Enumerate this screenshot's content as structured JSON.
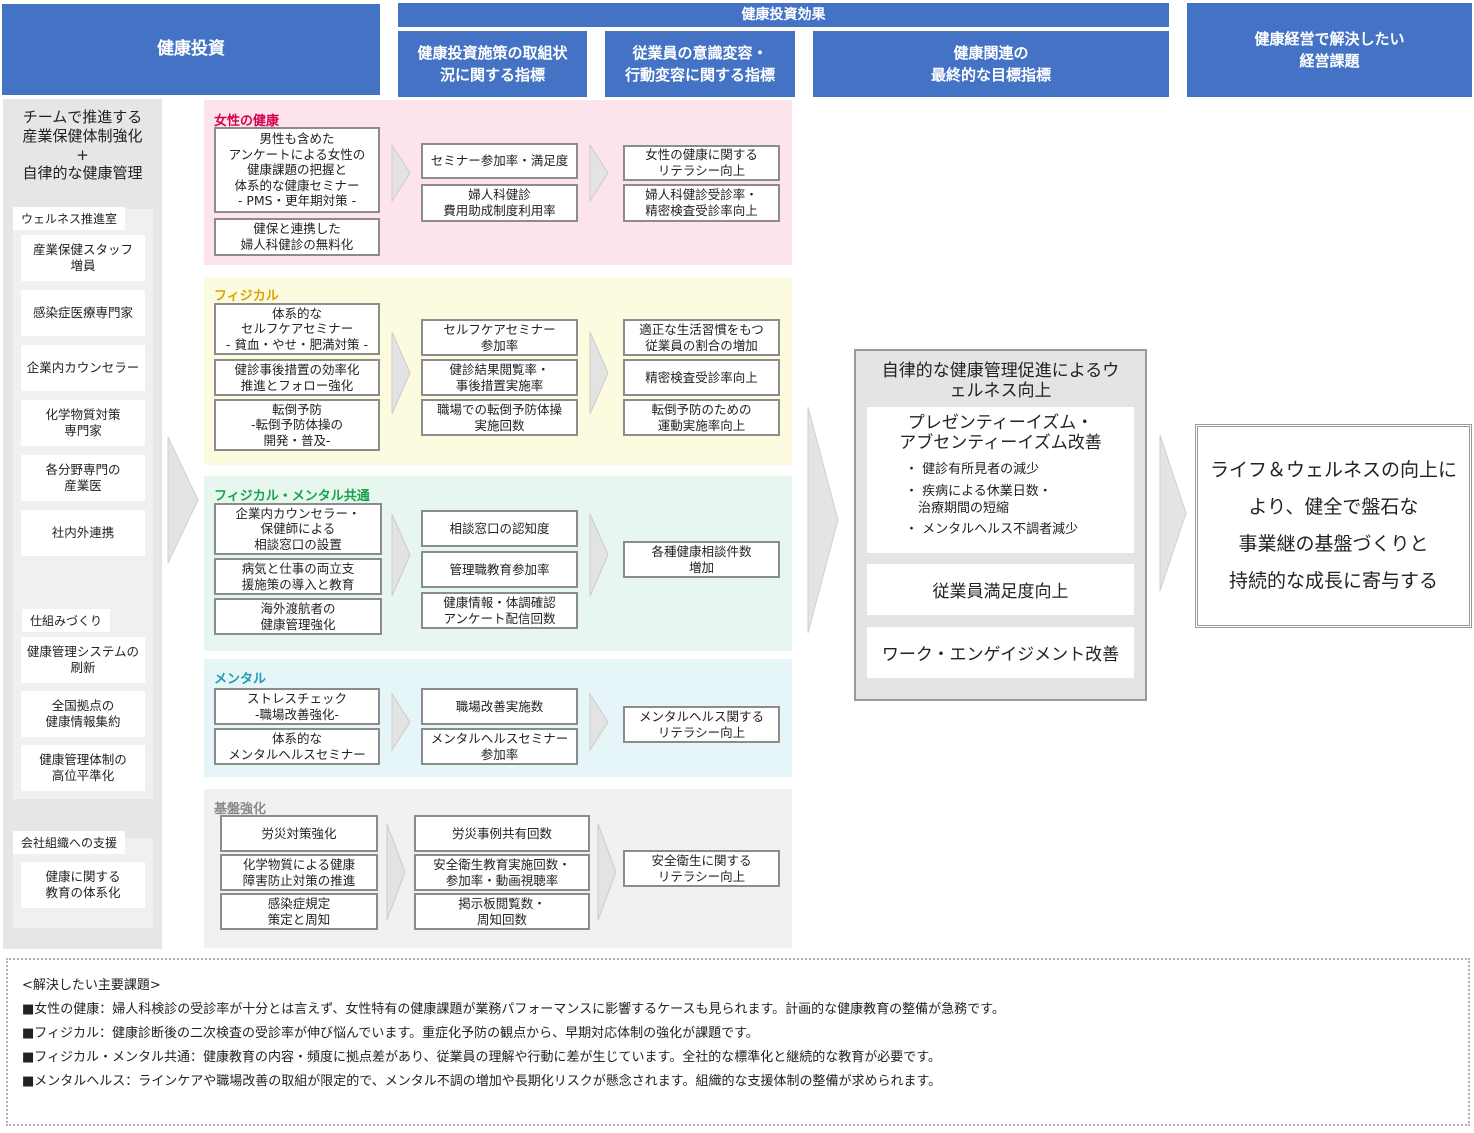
{
  "header": {
    "investment": "健康投資",
    "effect_group": "健康投資効果",
    "col_status": "健康投資施策の取組状\n況に関する指標",
    "col_awareness": "従業員の意識変容・\n行動変容に関する指標",
    "col_final": "健康関連の\n最終的な目標指標",
    "col_issue": "健康経営で解決したい\n経営課題"
  },
  "left": {
    "title": "チームで推進する\n産業保健体制強化\n+\n自律的な健康管理",
    "groups": [
      {
        "label": "ウェルネス推進室",
        "items": [
          "産業保健スタッフ\n増員",
          "感染症医療専門家",
          "企業内カウンセラー",
          "化学物質対策\n専門家",
          "各分野専門の\n産業医",
          "社内外連携"
        ]
      },
      {
        "label": "仕組みづくり",
        "items": [
          "健康管理システムの\n刷新",
          "全国拠点の\n健康情報集約",
          "健康管理体制の\n高位平準化"
        ]
      },
      {
        "label": "会社組織への支援",
        "items": [
          "健康に関する\n教育の体系化"
        ]
      }
    ]
  },
  "sections": {
    "women": {
      "title": "女性の健康",
      "color": "#d6004f",
      "measures": [
        "男性も含めた\nアンケートによる女性の\n健康課題の把握と\n体系的な健康セミナー\n- PMS・更年期対策 -",
        "健保と連携した\n婦人科健診の無料化"
      ],
      "status": [
        "セミナー参加率・満足度",
        "婦人科健診\n費用助成制度利用率"
      ],
      "awareness": [
        "女性の健康に関する\nリテラシー向上",
        "婦人科健診受診率・\n精密検査受診率向上"
      ]
    },
    "physical": {
      "title": "フィジカル",
      "color": "#d9a400",
      "measures": [
        "体系的な\nセルフケアセミナー\n- 貧血・やせ・肥満対策 -",
        "健診事後措置の効率化\n推進とフォロー強化",
        "転倒予防\n-転倒予防体操の\n開発・普及-"
      ],
      "status": [
        "セルフケアセミナー\n参加率",
        "健診結果閲覧率・\n事後措置実施率",
        "職場での転倒予防体操\n実施回数"
      ],
      "awareness": [
        "適正な生活習慣をもつ\n従業員の割合の増加",
        "精密検査受診率向上",
        "転倒予防のための\n運動実施率向上"
      ]
    },
    "phys_mental": {
      "title": "フィジカル・メンタル共通",
      "color": "#17a34a",
      "measures": [
        "企業内カウンセラー・\n保健師による\n相談窓口の設置",
        "病気と仕事の両立支\n援施策の導入と教育",
        "海外渡航者の\n健康管理強化"
      ],
      "status": [
        "相談窓口の認知度",
        "管理職教育参加率",
        "健康情報・体調確認\nアンケート配信回数"
      ],
      "awareness": [
        "各種健康相談件数\n増加"
      ]
    },
    "mental": {
      "title": "メンタル",
      "color": "#1d9bb0",
      "measures": [
        "ストレスチェック\n-職場改善強化-",
        "体系的な\nメンタルヘルスセミナー"
      ],
      "status": [
        "職場改善実施数",
        "メンタルヘルスセミナー\n参加率"
      ],
      "awareness": [
        "メンタルヘルス関する\nリテラシー向上"
      ]
    },
    "base": {
      "title": "基盤強化",
      "color": "#8a8a8a",
      "measures": [
        "労災対策強化",
        "化学物質による健康\n障害防止対策の推進",
        "感染症規定\n策定と周知"
      ],
      "status": [
        "労災事例共有回数",
        "安全衛生教育実施回数・\n参加率・動画視聴率",
        "掲示板閲覧数・\n周知回数"
      ],
      "awareness": [
        "安全衛生に関する\nリテラシー向上"
      ]
    }
  },
  "result": {
    "title": "自律的な健康管理促進によるウ\nェルネス向上",
    "presenteeism_title": "プレゼンティーイズム・\nアブセンティーイズム改善",
    "bullets": [
      "・ 健診有所見者の減少",
      "・ 疾病による休業日数・\n　治療期間の短縮",
      "・ メンタルヘルス不調者減少"
    ],
    "satisfaction": "従業員満足度向上",
    "engagement": "ワーク・エンゲイジメント改善"
  },
  "final": "ライフ＆ウェルネスの向上に\nより、健全で盤石な\n事業継の基盤づくりと\n持続的な成長に寄与する",
  "notes": {
    "heading": "<解決したい主要課題>",
    "lines": [
      "■女性の健康：婦人科検診の受診率が十分とは言えず、女性特有の健康課題が業務パフォーマンスに影響するケースも見られます。計画的な健康教育の整備が急務です。",
      "■フィジカル：健康診断後の二次検査の受診率が伸び悩んでいます。重症化予防の観点から、早期対応体制の強化が課題です。",
      "■フィジカル・メンタル共通：健康教育の内容・頻度に拠点差があり、従業員の理解や行動に差が生じています。全社的な標準化と継続的な教育が必要です。",
      "■メンタルヘルス：ラインケアや職場改善の取組が限定的で、メンタル不調の増加や長期化リスクが懸念されます。組織的な支援体制の整備が求められます。"
    ]
  }
}
